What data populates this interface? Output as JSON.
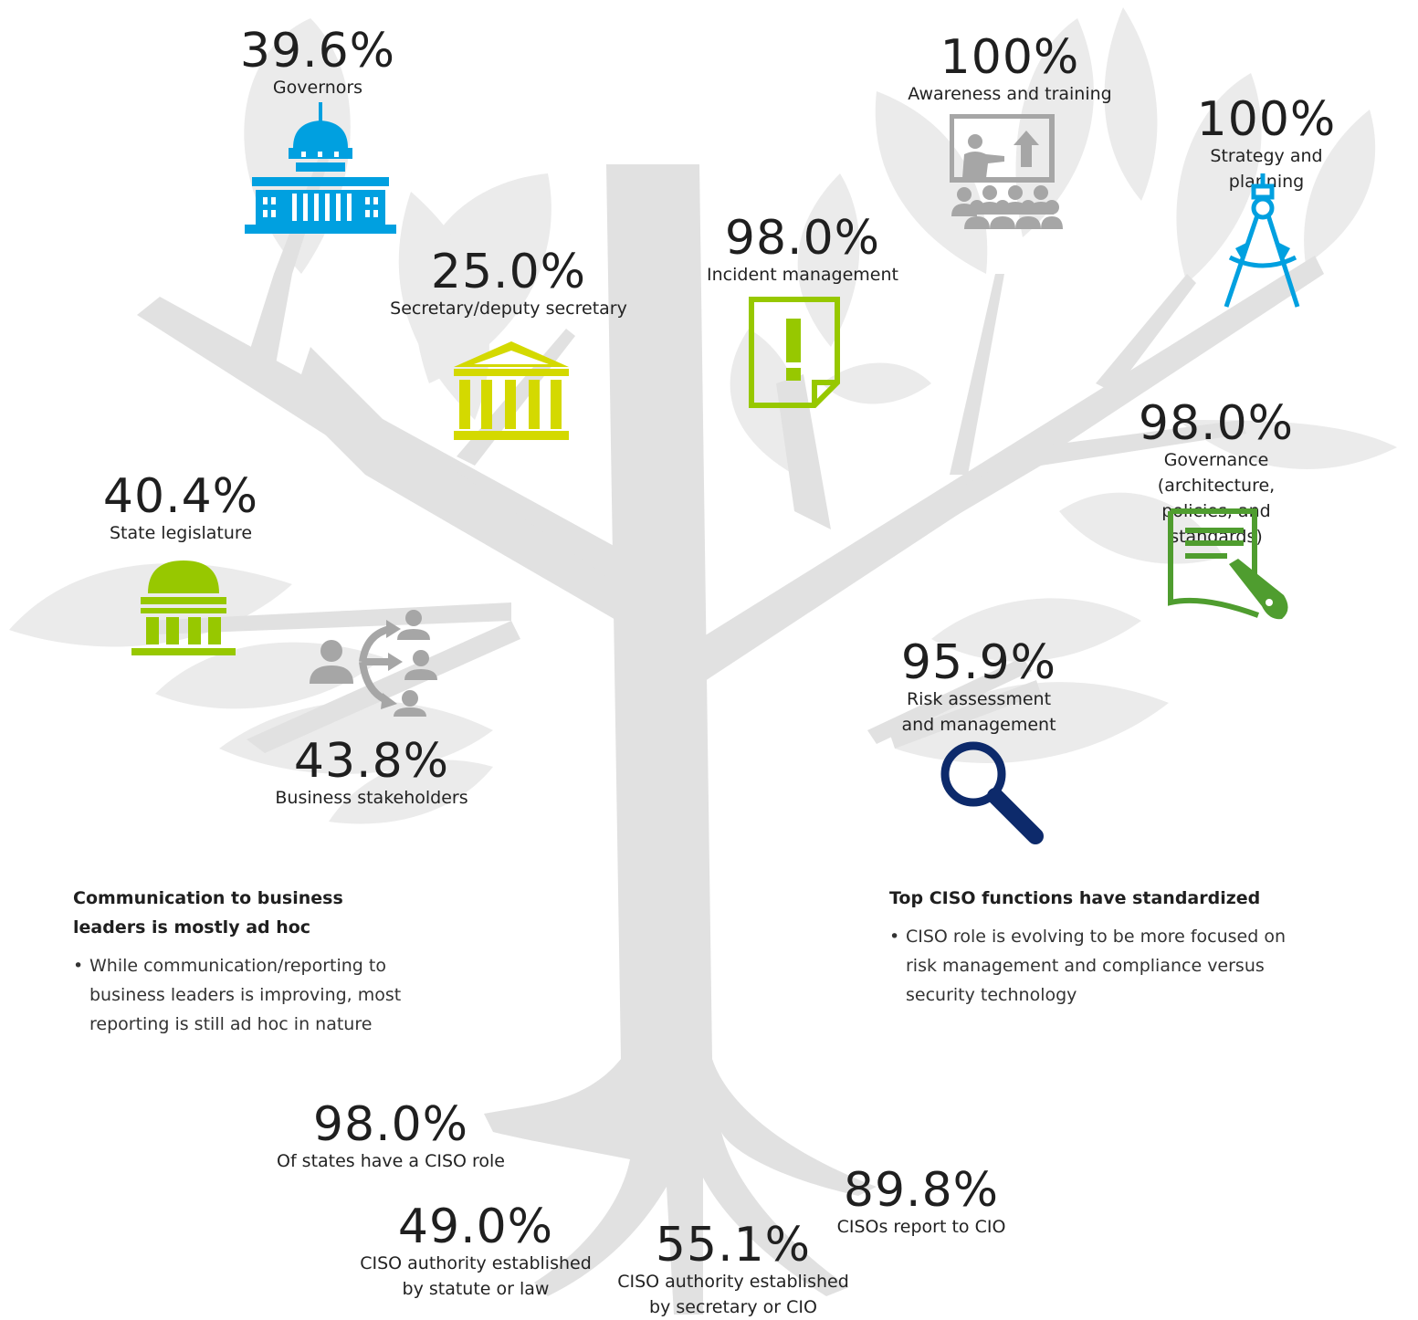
{
  "colors": {
    "tree": "#e1e1e1",
    "leaf": "#ebebeb",
    "blue": "#00a0e0",
    "yellow_green": "#d4d900",
    "lime": "#97c800",
    "green": "#4f9d2f",
    "gray_icon": "#a6a6a6",
    "navy": "#0d2a6b"
  },
  "stats": {
    "governors": {
      "pct": "39.6%",
      "label": "Governors",
      "icon": "capitol-icon"
    },
    "secretary": {
      "pct": "25.0%",
      "label": "Secretary/deputy secretary",
      "icon": "government-building-icon"
    },
    "legislature": {
      "pct": "40.4%",
      "label": "State legislature",
      "icon": "dome-building-icon"
    },
    "business": {
      "pct": "43.8%",
      "label": "Business stakeholders",
      "icon": "people-network-icon"
    },
    "awareness": {
      "pct": "100%",
      "label": "Awareness and training",
      "icon": "presentation-icon"
    },
    "strategy": {
      "pct": "100%",
      "label": "Strategy and planning",
      "icon": "compass-icon"
    },
    "incident": {
      "pct": "98.0%",
      "label": "Incident management",
      "icon": "alert-document-icon"
    },
    "governance": {
      "pct": "98.0%",
      "label": "Governance (architecture,\npolicies, and standards)",
      "icon": "document-pen-icon"
    },
    "risk": {
      "pct": "95.9%",
      "label": "Risk assessment\nand management",
      "icon": "magnifier-icon"
    },
    "ciso_role": {
      "pct": "98.0%",
      "label": "Of states have a CISO role"
    },
    "statute": {
      "pct": "49.0%",
      "label": "CISO authority established\nby statute or law"
    },
    "secretary_cio": {
      "pct": "55.1%",
      "label": "CISO authority established\nby secretary or CIO"
    },
    "report_cio": {
      "pct": "89.8%",
      "label": "CISOs report to CIO"
    }
  },
  "notes": {
    "left": {
      "title": "Communication to business\nleaders is mostly ad hoc",
      "bullet": "While communication/reporting to business leaders is improving, most reporting is still ad hoc in nature"
    },
    "right": {
      "title": "Top CISO functions have standardized",
      "bullet": "CISO role is evolving to be more focused on risk management and compliance versus security technology"
    },
    "bullet_char": "•"
  }
}
